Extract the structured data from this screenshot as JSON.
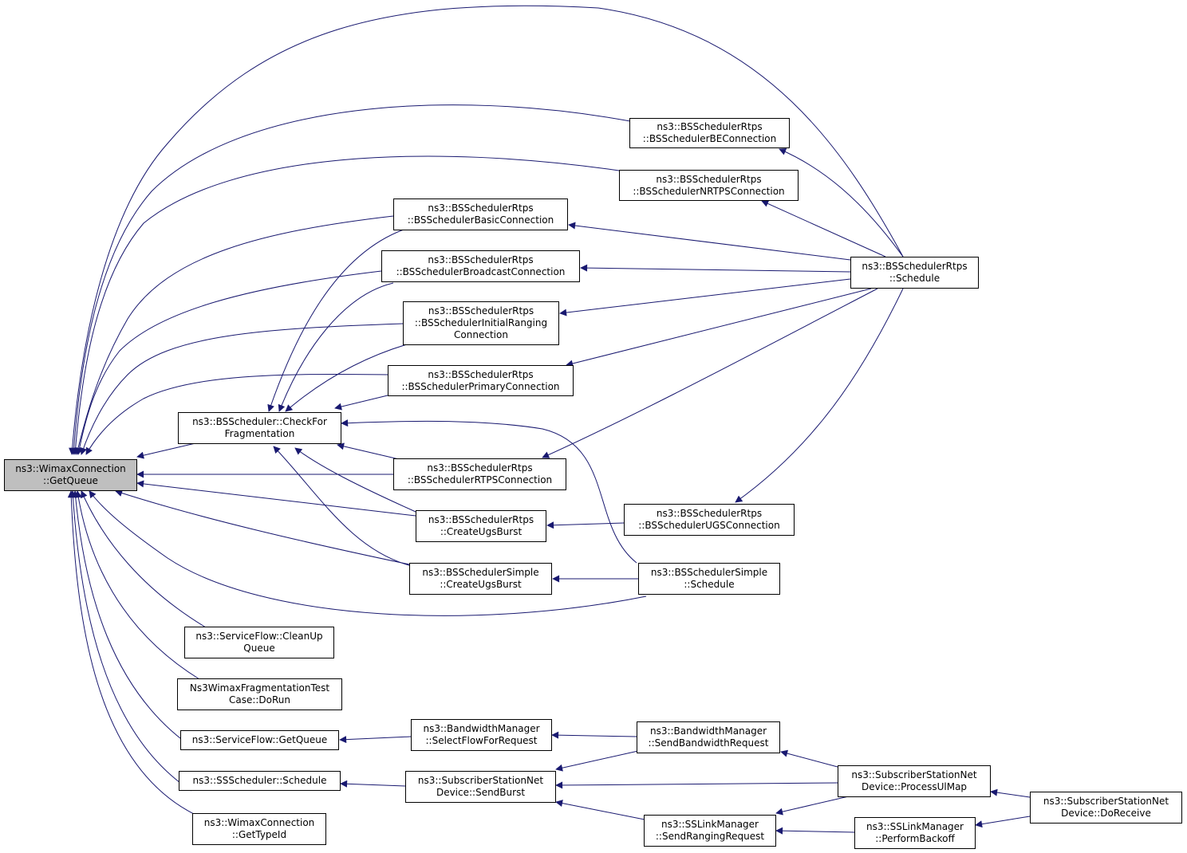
{
  "colors": {
    "edge": "#191970",
    "node_border": "#000000",
    "node_fill": "#ffffff",
    "focus_fill": "#bfbfbf"
  },
  "nodes": {
    "wimax_getqueue": [
      "ns3::WimaxConnection",
      "::GetQueue"
    ],
    "rtps_be": [
      "ns3::BSSchedulerRtps",
      "::BSSchedulerBEConnection"
    ],
    "rtps_nrtps": [
      "ns3::BSSchedulerRtps",
      "::BSSchedulerNRTPSConnection"
    ],
    "rtps_basic": [
      "ns3::BSSchedulerRtps",
      "::BSSchedulerBasicConnection"
    ],
    "rtps_broadcast": [
      "ns3::BSSchedulerRtps",
      "::BSSchedulerBroadcastConnection"
    ],
    "rtps_initial": [
      "ns3::BSSchedulerRtps",
      "::BSSchedulerInitialRanging",
      "Connection"
    ],
    "rtps_primary": [
      "ns3::BSSchedulerRtps",
      "::BSSchedulerPrimaryConnection"
    ],
    "rtps_schedule": [
      "ns3::BSSchedulerRtps",
      "::Schedule"
    ],
    "check_frag": [
      "ns3::BSScheduler::CheckFor",
      "Fragmentation"
    ],
    "rtps_rtps": [
      "ns3::BSSchedulerRtps",
      "::BSSchedulerRTPSConnection"
    ],
    "rtps_ugsburst": [
      "ns3::BSSchedulerRtps",
      "::CreateUgsBurst"
    ],
    "rtps_ugs": [
      "ns3::BSSchedulerRtps",
      "::BSSchedulerUGSConnection"
    ],
    "simple_ugsburst": [
      "ns3::BSSchedulerSimple",
      "::CreateUgsBurst"
    ],
    "simple_schedule": [
      "ns3::BSSchedulerSimple",
      "::Schedule"
    ],
    "sf_cleanup": [
      "ns3::ServiceFlow::CleanUp",
      "Queue"
    ],
    "frag_test": [
      "Ns3WimaxFragmentationTest",
      "Case::DoRun"
    ],
    "sf_getqueue": [
      "ns3::ServiceFlow::GetQueue"
    ],
    "bwm_select": [
      "ns3::BandwidthManager",
      "::SelectFlowForRequest"
    ],
    "bwm_send": [
      "ns3::BandwidthManager",
      "::SendBandwidthRequest"
    ],
    "ss_schedule": [
      "ns3::SSScheduler::Schedule"
    ],
    "ssnd_sendburst": [
      "ns3::SubscriberStationNet",
      "Device::SendBurst"
    ],
    "ssnd_processul": [
      "ns3::SubscriberStationNet",
      "Device::ProcessUlMap"
    ],
    "ssnd_doreceive": [
      "ns3::SubscriberStationNet",
      "Device::DoReceive"
    ],
    "sslm_ranging": [
      "ns3::SSLinkManager",
      "::SendRangingRequest"
    ],
    "sslm_backoff": [
      "ns3::SSLinkManager",
      "::PerformBackoff"
    ],
    "wimax_typeid": [
      "ns3::WimaxConnection",
      "::GetTypeId"
    ]
  }
}
